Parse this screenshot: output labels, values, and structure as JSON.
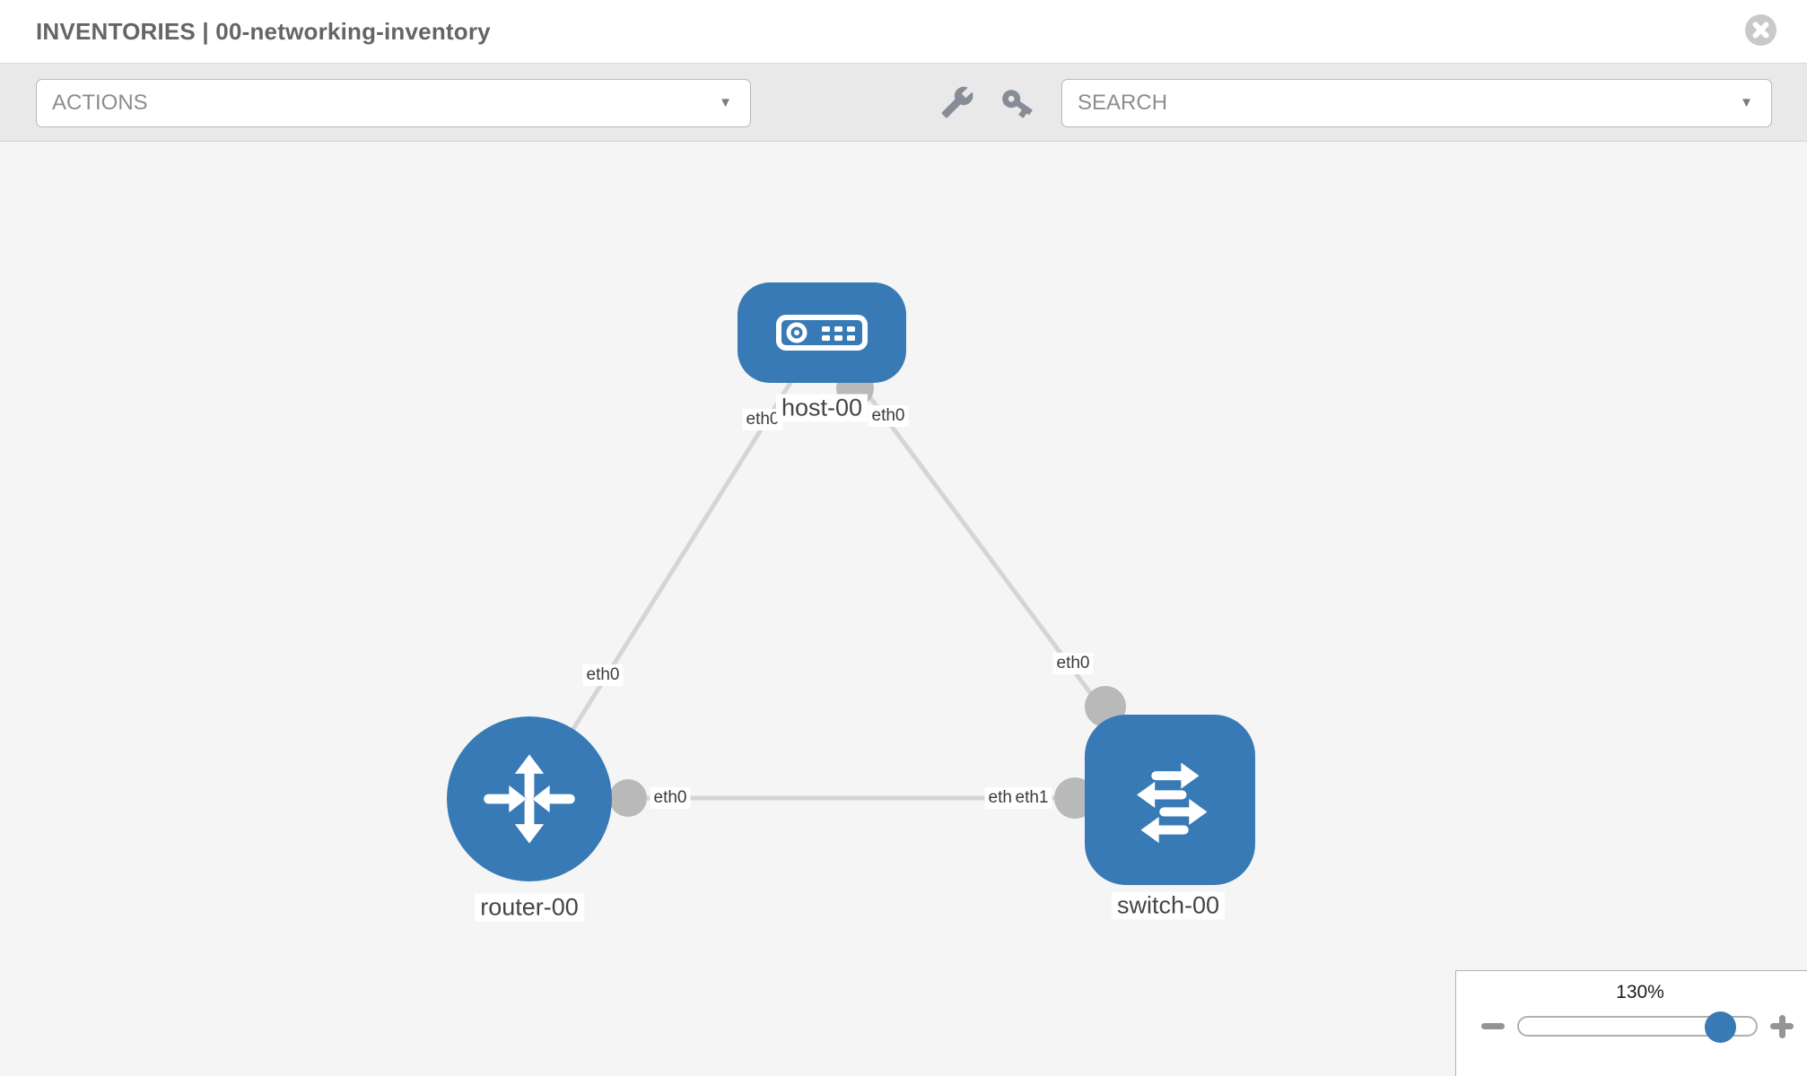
{
  "header": {
    "title": "INVENTORIES | 00-networking-inventory",
    "close_icon": "x-circle"
  },
  "toolbar": {
    "actions": {
      "label": "ACTIONS",
      "caret": "▼"
    },
    "search": {
      "placeholder": "SEARCH",
      "caret": "▼"
    },
    "icons": [
      "wrench-icon",
      "key-icon"
    ]
  },
  "diagram": {
    "nodes": [
      {
        "id": "host-00",
        "type": "host",
        "label": "host-00"
      },
      {
        "id": "router-00",
        "type": "router",
        "label": "router-00"
      },
      {
        "id": "switch-00",
        "type": "switch",
        "label": "switch-00"
      }
    ],
    "links": [
      {
        "from": "host-00",
        "from_iface": "eth0",
        "to": "router-00",
        "to_iface": "eth0"
      },
      {
        "from": "host-00",
        "from_iface": "eth0",
        "to": "switch-00",
        "to_iface": "eth0"
      },
      {
        "from": "router-00",
        "from_iface": "eth0",
        "to": "switch-00",
        "to_iface": "eth1",
        "to_iface_hidden": "eth0"
      }
    ]
  },
  "zoom": {
    "level": "130%"
  },
  "colors": {
    "node_blue": "#377ab5",
    "connector_gray": "#b9b9b9",
    "link_gray": "#d5d5d5",
    "canvas_bg": "#f5f5f5",
    "toolbar_bg": "#e9e9e9"
  }
}
